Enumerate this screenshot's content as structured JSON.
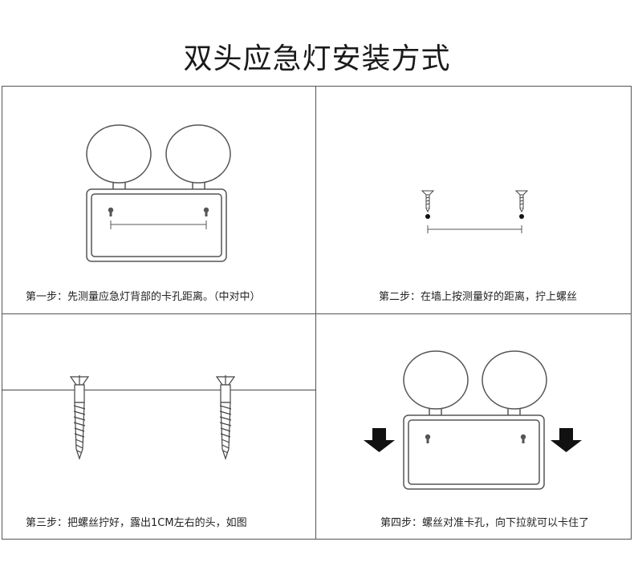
{
  "title": "双头应急灯安装方式",
  "steps": [
    {
      "caption": "第一步：先测量应急灯背部的卡孔距离。（中对中）"
    },
    {
      "caption": "第二步：在墙上按测量好的距离，拧上螺丝"
    },
    {
      "caption": "第三步：把螺丝拧好，露出1CM左右的头，如图"
    },
    {
      "caption": "第四步：螺丝对准卡孔，向下拉就可以卡住了"
    }
  ],
  "colors": {
    "line": "#555555",
    "fill": "#ffffff",
    "arrow": "#111111"
  }
}
